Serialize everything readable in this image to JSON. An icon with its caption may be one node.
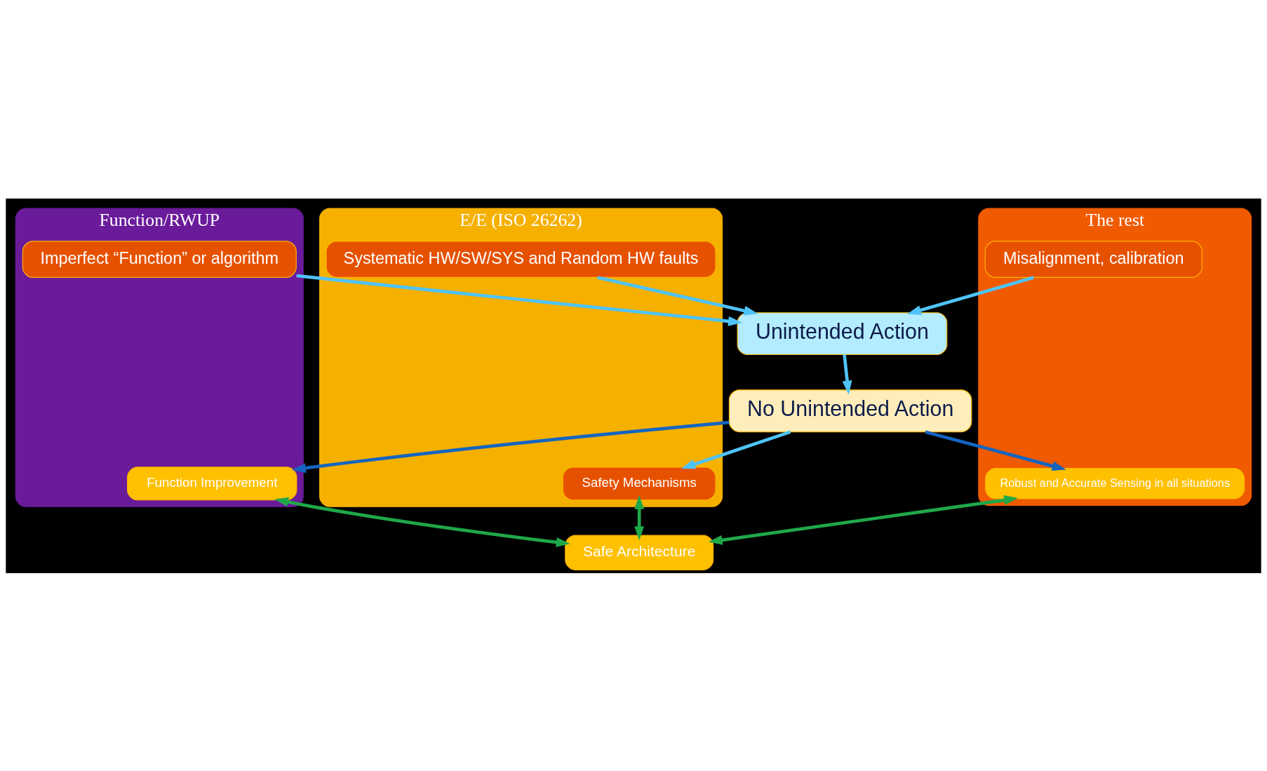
{
  "diagram": {
    "nodes": [
      {
        "text": [
          "Function/RWUP"
        ]
      },
      {
        "text": [
          "E/E (ISO 26262)"
        ]
      },
      {
        "text": [
          "The rest"
        ]
      },
      {
        "text": [
          "Imperfect “Function” or algorithm"
        ],
        "in": 0
      },
      {
        "text": [
          "Systematic HW/SW/SYS and Random HW faults"
        ],
        "in": 1
      },
      {
        "text": [
          "Misalignment, calibration"
        ],
        "in": 2
      },
      {
        "text": [
          "Unintended Action"
        ]
      },
      {
        "text": [
          "No Unintended Action"
        ]
      },
      {
        "text": [
          "Function Improvement"
        ],
        "in": 0
      },
      {
        "text": [
          "Safety Mechanisms"
        ],
        "in": 1
      },
      {
        "text": [
          "Robust and Accurate Sensing in all situations"
        ],
        "in": 2
      },
      {
        "text": [
          "Safe Architecture"
        ]
      }
    ],
    "edges": [
      {
        "from": 3,
        "to": 6,
        "arrow": "to"
      },
      {
        "from": 4,
        "to": 6,
        "arrow": "to"
      },
      {
        "from": 5,
        "to": 6,
        "arrow": "to"
      },
      {
        "from": 6,
        "to": 7,
        "arrow": "to"
      },
      {
        "from": 7,
        "to": 8,
        "arrow": "to",
        "color": "#1565c0"
      },
      {
        "from": 7,
        "to": 9,
        "arrow": "to"
      },
      {
        "from": 7,
        "to": 10,
        "arrow": "to",
        "color": "#1565c0"
      },
      {
        "from": 8,
        "to": 11,
        "arrow": "both",
        "color": "#1fa84a"
      },
      {
        "from": 9,
        "to": 11,
        "arrow": "both",
        "color": "#1fa84a"
      },
      {
        "from": 10,
        "to": 11,
        "arrow": "both",
        "color": "#1fa84a"
      }
    ]
  }
}
